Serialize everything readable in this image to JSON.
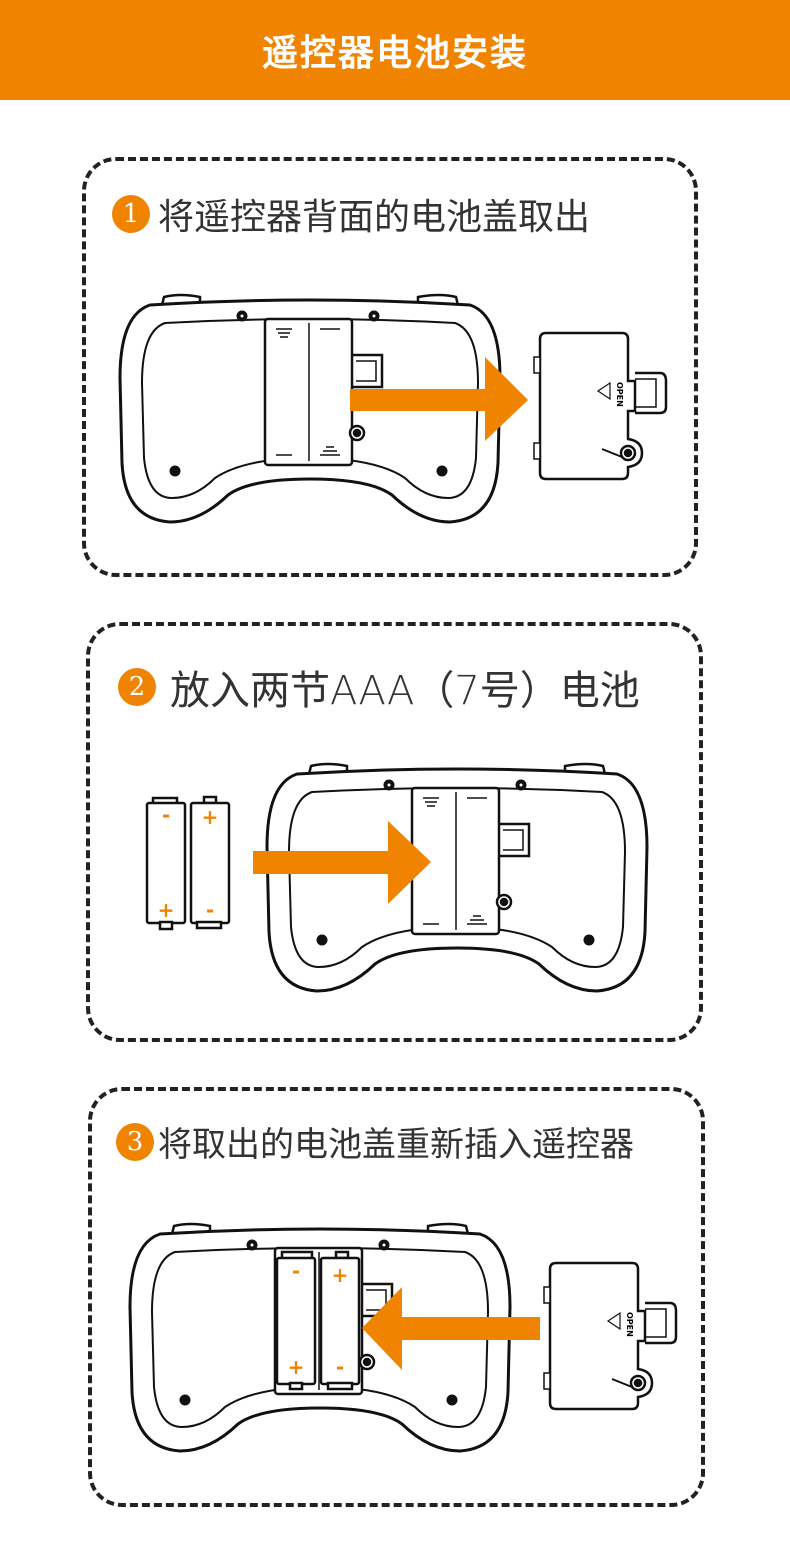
{
  "header": {
    "title": "遥控器电池安装"
  },
  "steps": [
    {
      "number": "1",
      "text": "将遥控器背面的电池盖取出"
    },
    {
      "number": "2",
      "text": "放入两节AAA（7号）电池"
    },
    {
      "number": "3",
      "text": "将取出的电池盖重新插入遥控器"
    }
  ],
  "cover_label": "OPEN",
  "battery_marks": {
    "plus": "+",
    "minus": "-"
  },
  "colors": {
    "accent": "#F08300",
    "line": "#111111"
  },
  "icons": [
    "controller-illustration",
    "battery-cover-illustration",
    "arrow-right-icon",
    "arrow-left-icon",
    "battery-icon"
  ]
}
